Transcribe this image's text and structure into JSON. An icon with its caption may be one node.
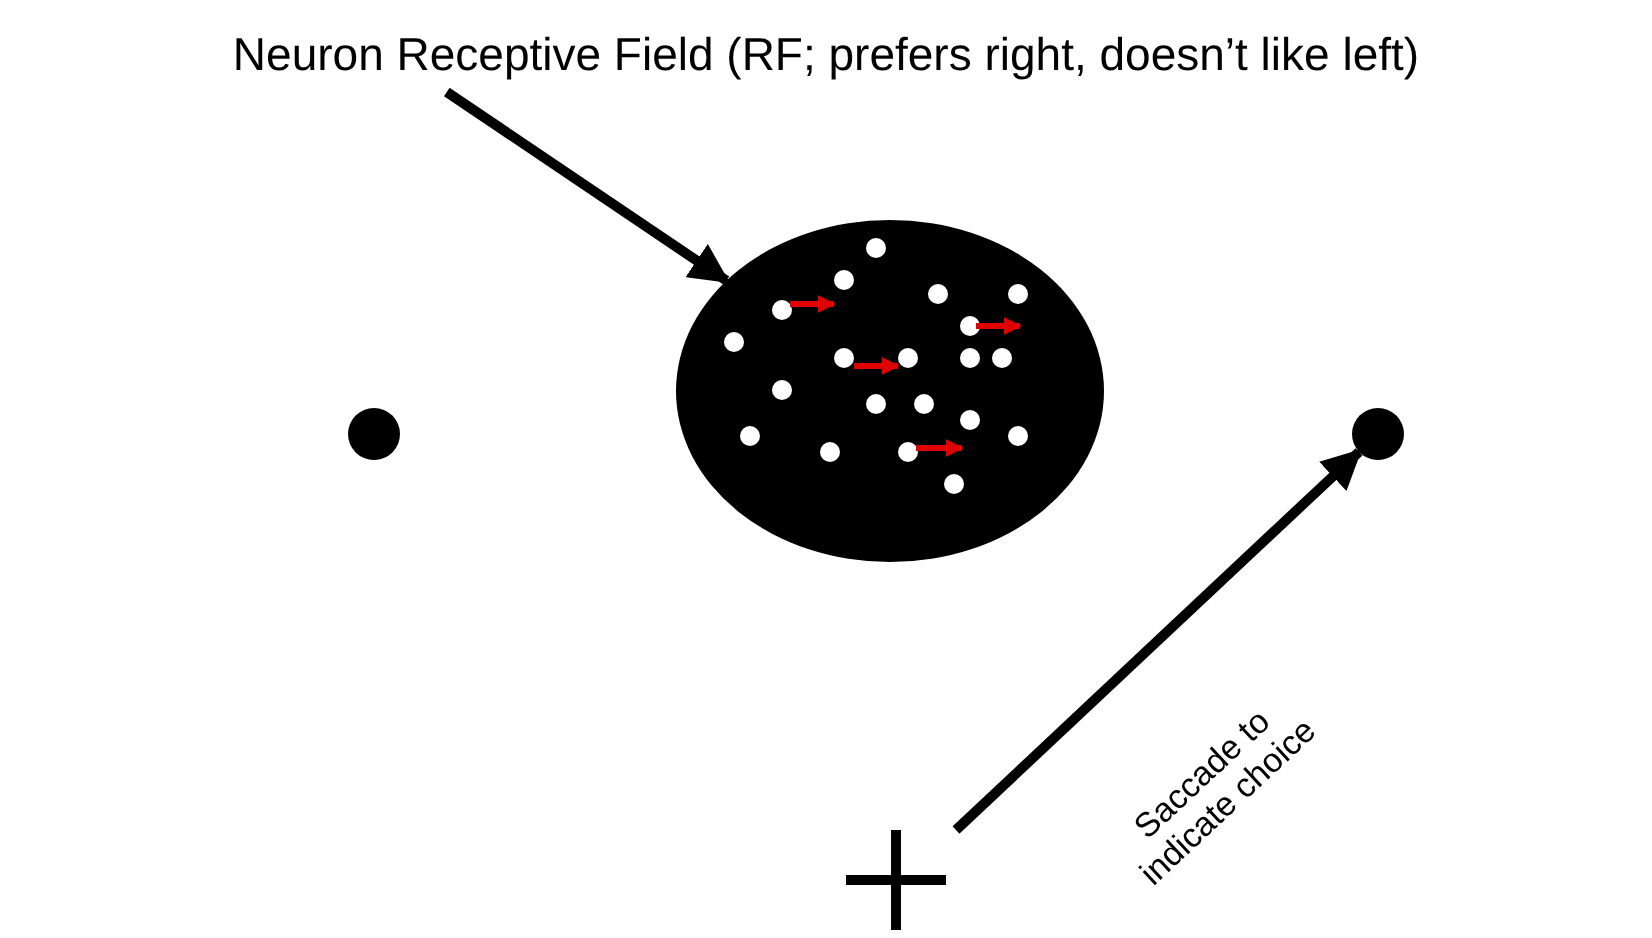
{
  "diagram": {
    "nodes": [
      {
        "text": [
          "Neuron Receptive Field (RF; prefers right, doesn’t like left)"
        ]
      },
      {
        "text": [],
        "shape": "circle"
      },
      {
        "text": [],
        "shape": "circle"
      },
      {
        "text": [],
        "shape": "circle"
      },
      {
        "text": [],
        "shape": "cross"
      }
    ],
    "edges": [
      {
        "from": 0,
        "to": 1,
        "arrow": "to"
      },
      {
        "from": 4,
        "to": 3,
        "arrow": "to",
        "label": "Saccade to indicate choice"
      }
    ]
  }
}
